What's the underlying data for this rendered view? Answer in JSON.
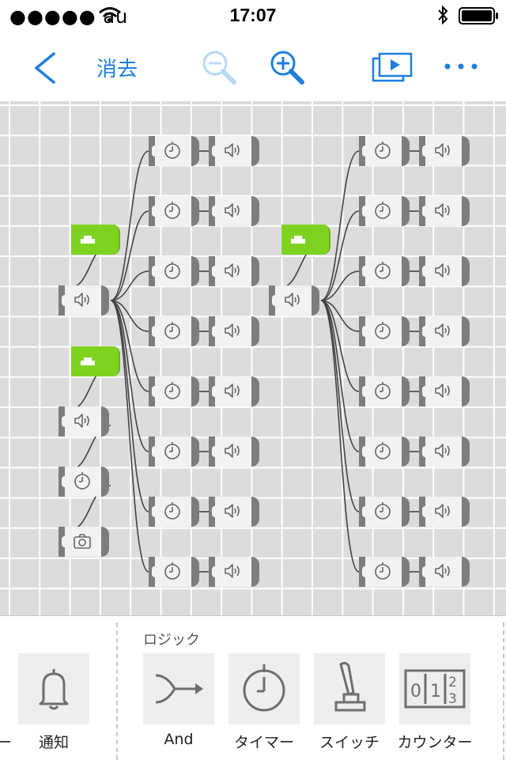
{
  "status_bar": {
    "carrier": "●●●●● au",
    "time": "17:07"
  },
  "nav_bar": {
    "back_icon": "chevron-left-icon",
    "clear_label": "消去",
    "zoom_out_icon": "zoom-out-icon",
    "zoom_in_icon": "zoom-in-icon",
    "play_icon": "play-slides-icon",
    "more_icon": "more-dots-icon"
  },
  "colors": {
    "accent": "#1f7ee0",
    "grid_background": "#dcdcdc",
    "button_node": "#7ed321",
    "port": "#7d7d7d"
  },
  "canvas": {
    "nodes": [
      {
        "type": "button-trigger"
      },
      {
        "type": "sound"
      },
      {
        "type": "button-trigger"
      },
      {
        "type": "sound"
      },
      {
        "type": "timer"
      },
      {
        "type": "camera"
      },
      {
        "type": "button-trigger"
      },
      {
        "type": "sound"
      },
      {
        "type": "timer"
      },
      {
        "type": "sound"
      }
    ]
  },
  "palette": {
    "partial_left_label": "ー",
    "notify_label": "通知",
    "logic_section_title": "ロジック",
    "tools": [
      {
        "label": "And",
        "icon": "and-merge-icon"
      },
      {
        "label": "タイマー",
        "icon": "timer-icon"
      },
      {
        "label": "スイッチ",
        "icon": "switch-lever-icon"
      },
      {
        "label": "カウンター",
        "icon": "counter-icon"
      }
    ],
    "counter_digits": [
      "0",
      "1",
      "2",
      "3"
    ]
  }
}
